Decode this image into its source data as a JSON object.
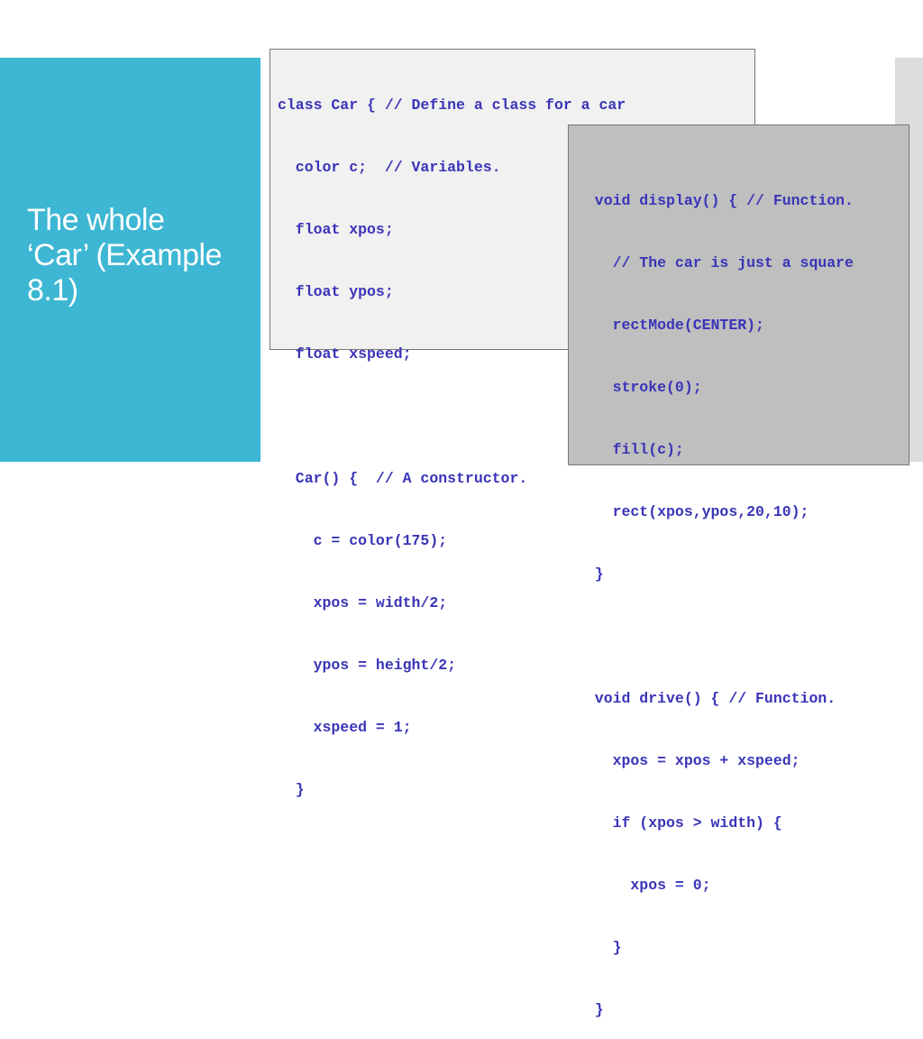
{
  "slide": {
    "title_lines": [
      "The whole",
      "‘Car’ (Example",
      "8.1)"
    ]
  },
  "code_box_1": {
    "lines": [
      "class Car { // Define a class for a car",
      "  color c;  // Variables.",
      "  float xpos;",
      "  float ypos;",
      "  float xspeed;",
      "",
      "  Car() {  // A constructor.",
      "    c = color(175);",
      "    xpos = width/2;",
      "    ypos = height/2;",
      "    xspeed = 1;",
      "  }"
    ]
  },
  "code_box_2": {
    "lines": [
      "  void display() { // Function.",
      "    // The car is just a square",
      "    rectMode(CENTER);",
      "    stroke(0);",
      "    fill(c);",
      "    rect(xpos,ypos,20,10);",
      "  }",
      "",
      "  void drive() { // Function.",
      "    xpos = xpos + xspeed;",
      "    if (xpos > width) {",
      "      xpos = 0;",
      "    }",
      "  }",
      "}"
    ]
  },
  "colors": {
    "accent_panel": "#3db7d3",
    "code_text": "#3a34b8",
    "box1_bg": "#f1f1f1",
    "box2_bg": "#bfbfbf"
  }
}
